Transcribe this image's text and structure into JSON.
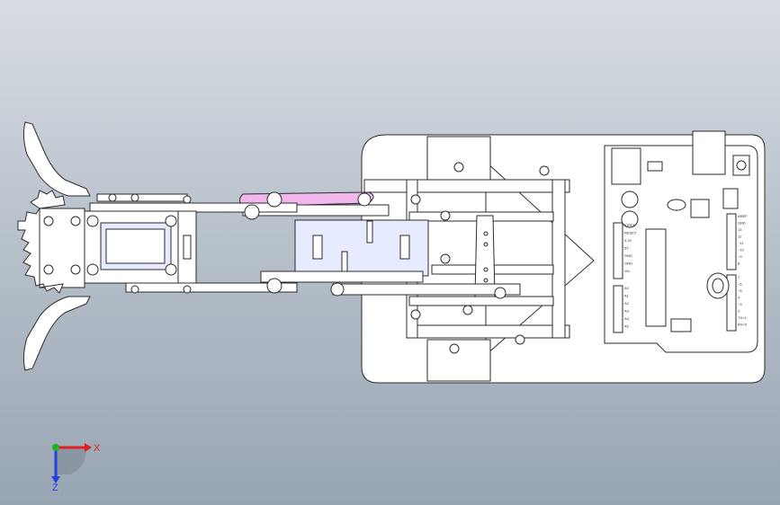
{
  "view": {
    "background_top": "#d8dde3",
    "background_bottom": "#98a5b3"
  },
  "model": {
    "line_color": "#2b2b2b",
    "part_fill": "#ffffff",
    "servo_fill": "#e6ebff",
    "link_highlight": "#f2b8ec"
  },
  "board": {
    "pin_labels_top": [
      "AREF",
      "GND",
      "13",
      "12",
      "~11",
      "~10",
      "~9",
      "8"
    ],
    "pin_labels_bottom": [
      "7",
      "~6",
      "~5",
      "4",
      "~3",
      "2",
      "TX>1",
      "RX<0"
    ],
    "power_labels": [
      "IOREF",
      "RESET",
      "3.3V",
      "5V",
      "GND",
      "GND",
      "Vin"
    ],
    "analog_labels": [
      "A0",
      "A1",
      "A2",
      "A3",
      "A4",
      "A5"
    ]
  },
  "triad": {
    "x_label": "X",
    "z_label": "Z",
    "x_color": "#e02020",
    "y_color": "#20b020",
    "z_color": "#2040e0"
  }
}
